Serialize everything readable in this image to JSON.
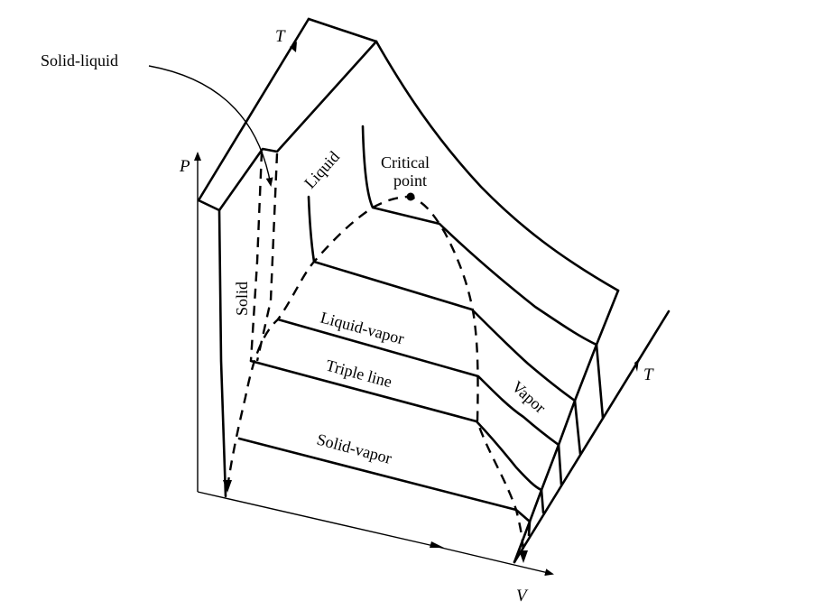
{
  "axes": {
    "p": "P",
    "v": "V",
    "t_top": "T",
    "t_right": "T"
  },
  "labels": {
    "solid_liquid": "Solid-liquid",
    "liquid": "Liquid",
    "critical_line1": "Critical",
    "critical_line2": "point",
    "solid": "Solid",
    "liquid_vapor": "Liquid-vapor",
    "triple_line": "Triple line",
    "solid_vapor": "Solid-vapor",
    "vapor": "Vapor"
  }
}
